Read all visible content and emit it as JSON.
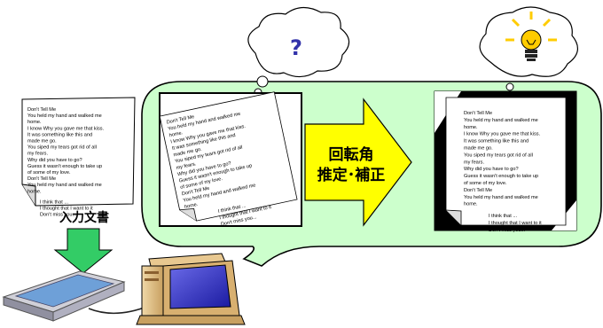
{
  "input_label": "入力文書",
  "arrow_label": [
    "回転角",
    "推定･補正"
  ],
  "thought_question": "?",
  "document": {
    "lines": [
      "Don't Tell Me",
      "You held my hand and walked me",
      "home.",
      "I know Why you gave me that kiss.",
      "It was something like this and",
      "made me go.",
      "You siped my tears got rid of all",
      "my fears.",
      "Why did you have to go?",
      "Guess it wasn't enough to take up",
      "of some of my love.",
      "Don't Tell Me",
      "You held my hand and walked me",
      "home."
    ],
    "footer_lines": [
      "I think that ...",
      "I thought that I want to it",
      "Don't miss you..."
    ]
  },
  "colors": {
    "bubble_fill": "#ccffcc",
    "arrow_fill": "#ffff00",
    "down_arrow_fill": "#33cc66",
    "question_color": "#3333aa",
    "bulb_color": "#ffcc00"
  }
}
